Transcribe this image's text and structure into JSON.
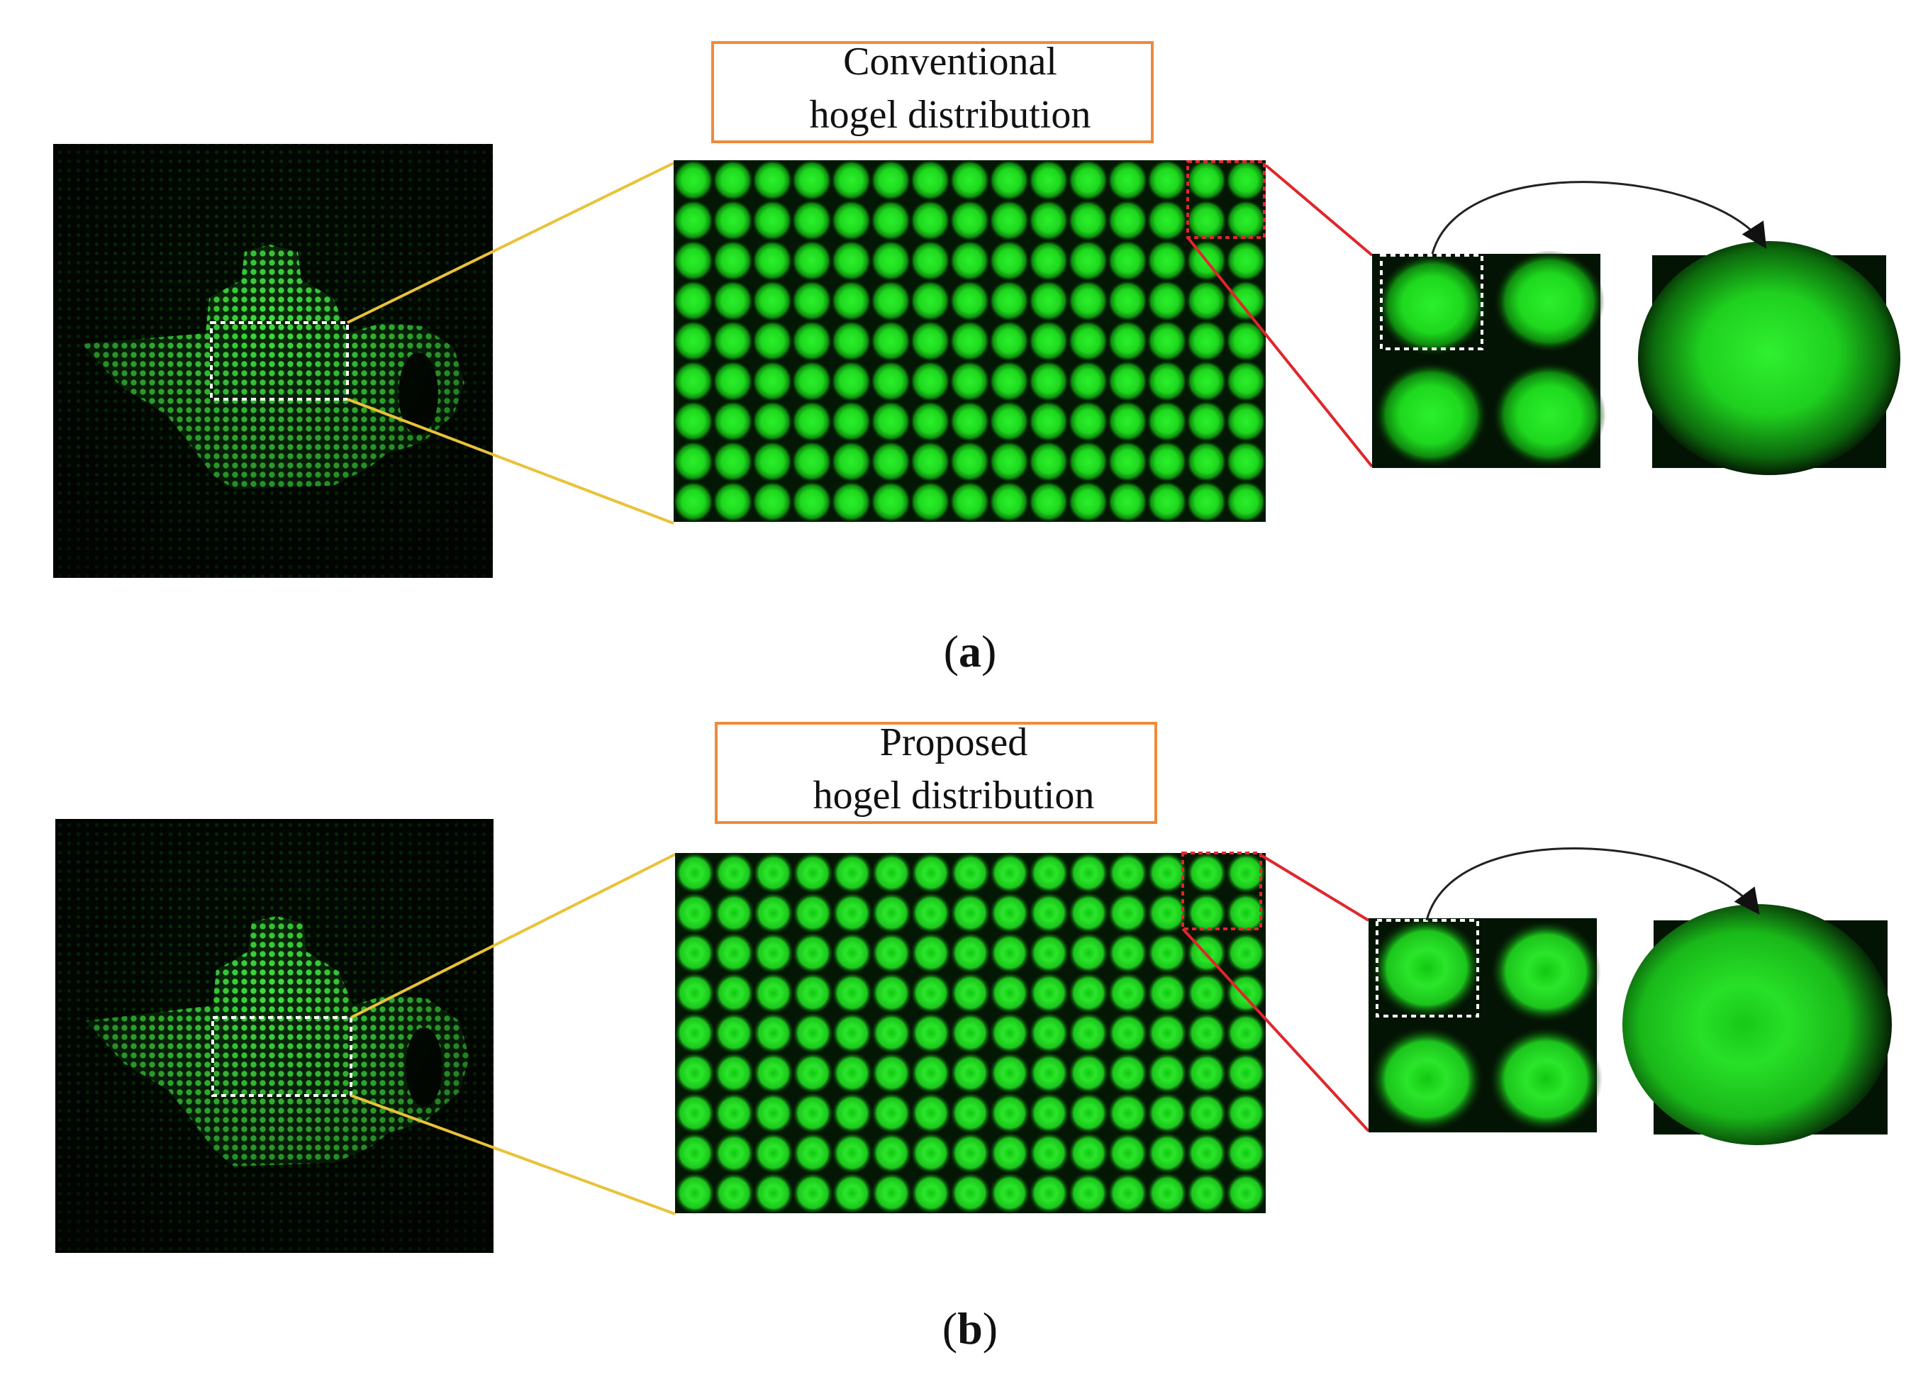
{
  "panels": [
    {
      "label_open": "(",
      "label_letter": "a",
      "label_close": ")",
      "title_line1": "Conventional",
      "title_line2": "hogel distribution",
      "hogel_style": "conventional"
    },
    {
      "label_open": "(",
      "label_letter": "b",
      "label_close": ")",
      "title_line1": "Proposed",
      "title_line2": "hogel distribution",
      "hogel_style": "proposed"
    }
  ],
  "colors": {
    "hogel_green": "#1fe01f",
    "background_dark": "#030f03",
    "title_border": "#ef8a3c",
    "zoom_connector": "#e9c23a",
    "detail_connector": "#e0252b",
    "selection_box": "#ffffff",
    "arrow": "#222222"
  },
  "icons": {
    "teapot": "teapot-hologram-image",
    "arrow": "curved-arrow-icon"
  }
}
